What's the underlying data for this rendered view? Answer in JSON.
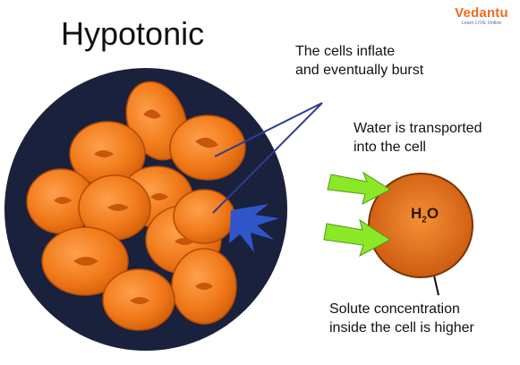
{
  "title": "Hypotonic",
  "brand": {
    "name": "Vedantu",
    "tagline": "Learn LIVE Online",
    "color": "#f26b1d"
  },
  "labels": {
    "burst": [
      "The cells inflate",
      "and eventually burst"
    ],
    "water": [
      "Water is transported",
      "into the cell"
    ],
    "solute": [
      "Solute concentration",
      "inside the cell is higher"
    ]
  },
  "molecule": {
    "symbol": "H",
    "subscript": "2",
    "suffix": "O"
  },
  "colors": {
    "background_disc": "#19213c",
    "cell": "#f07a19",
    "cell_shadow": "#d7590a",
    "arrow": "#8be829",
    "burst": "#2f56c8"
  }
}
